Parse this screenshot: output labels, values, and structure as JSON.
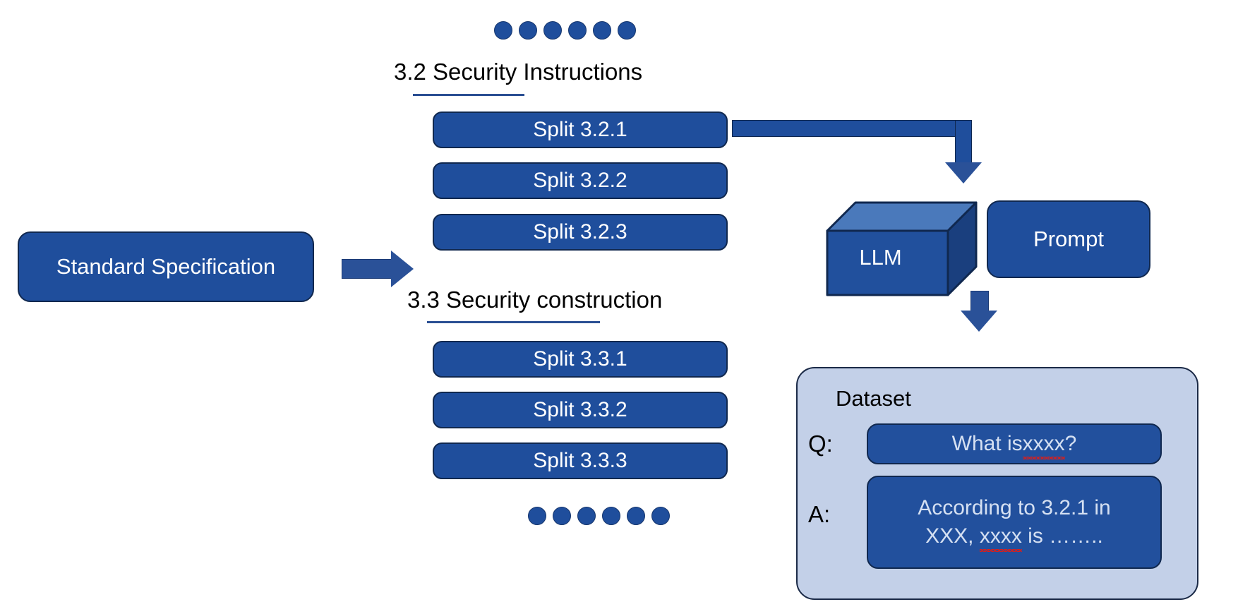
{
  "diagram": {
    "title_hidden": "",
    "colors": {
      "primary_blue": "#1f4e9c",
      "dark_outline": "#10284f",
      "arrow_blue": "#2a5198",
      "panel_light_blue": "#c3d0e8",
      "cube_top": "#4a79bb",
      "cube_side": "#1a3f7e",
      "squiggle_red": "#d32020",
      "text_white": "#ffffff",
      "text_black": "#000000"
    },
    "top_dots": {
      "name": "top-ellipsis-dots",
      "count": 6
    },
    "bottom_dots": {
      "name": "bottom-ellipsis-dots",
      "count": 6
    },
    "source": {
      "label": "Standard Specification"
    },
    "sections": [
      {
        "heading": "3.2 Security Instructions",
        "splits": [
          "Split 3.2.1",
          "Split 3.2.2",
          "Split 3.2.3"
        ]
      },
      {
        "heading": "3.3 Security construction",
        "splits": [
          "Split 3.3.1",
          "Split 3.3.2",
          "Split 3.3.3"
        ]
      }
    ],
    "llm": {
      "label": "LLM"
    },
    "prompt": {
      "label": "Prompt"
    },
    "dataset": {
      "title": "Dataset",
      "question_label": "Q:",
      "answer_label": "A:",
      "question": {
        "prefix": "What is ",
        "misspelled": "xxxx",
        "suffix": "?"
      },
      "answer": {
        "line1": "According to 3.2.1 in",
        "line2_prefix": "XXX, ",
        "line2_misspelled": "xxxx",
        "line2_suffix": " is …….."
      }
    }
  }
}
